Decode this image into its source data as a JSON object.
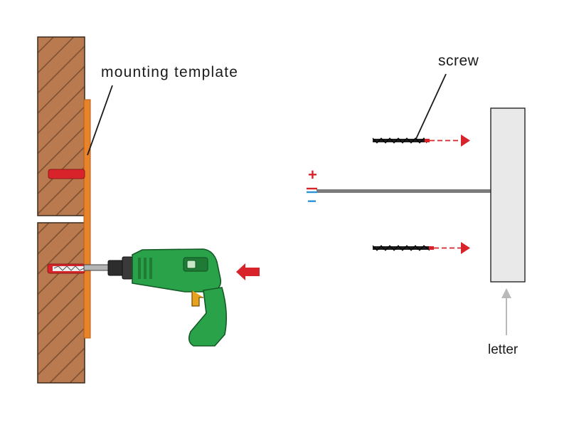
{
  "labels": {
    "mounting_template": "mounting template",
    "screw": "screw",
    "letter": "letter",
    "plus": "+",
    "minus": "−"
  },
  "colors": {
    "wood": "#b97a50",
    "wood_grain": "#7a4d2e",
    "template": "#e8832a",
    "anchor": "#d9232a",
    "arrow": "#d9232a",
    "drill_body": "#2aa24a",
    "drill_dark": "#1f7a36",
    "screw": "#1c1c1c",
    "rod": "#7b7b7b",
    "letter_fill": "#e9e9e9",
    "letter_arrow": "#b9b9b9",
    "plus": "#d9232a",
    "minus": "#2a93d9"
  },
  "icons": [
    "drill-icon",
    "arrow-right-icon",
    "arrow-left-icon",
    "arrow-up-icon"
  ]
}
